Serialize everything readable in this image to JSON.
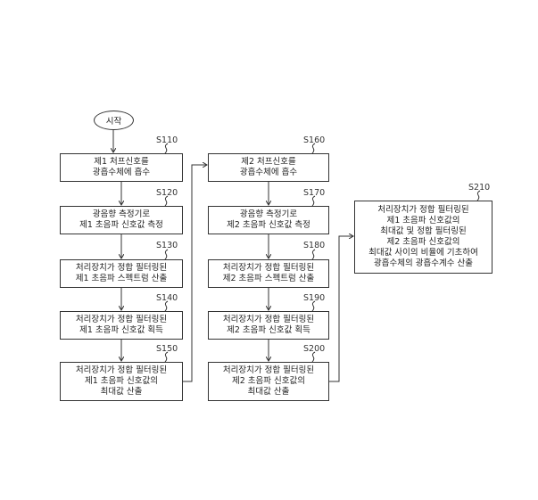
{
  "start": "시작",
  "steps": [
    {
      "id": "S110",
      "text": "제1 처프신호를\n광흡수체에 흡수"
    },
    {
      "id": "S120",
      "text": "광음향 측정기로\n제1 초음파 신호값 측정"
    },
    {
      "id": "S130",
      "text": "처리장치가 정합 필터링된\n제1 초음파 스펙트럼 산출"
    },
    {
      "id": "S140",
      "text": "처리장치가 정합 필터링된\n제1 초음파 신호값 획득"
    },
    {
      "id": "S150",
      "text": "처리장치가 정합 필터링된\n제1 초음파 신호값의\n최대값 산출"
    },
    {
      "id": "S160",
      "text": "제2 처프신호를\n광흡수체에 흡수"
    },
    {
      "id": "S170",
      "text": "광음향 측정기로\n제2 초음파 신호값 측정"
    },
    {
      "id": "S180",
      "text": "처리장치가 정합 필터링된\n제2 초음파 스펙트럼 산출"
    },
    {
      "id": "S190",
      "text": "처리장치가 정합 필터링된\n제2 초음파 신호값 획득"
    },
    {
      "id": "S200",
      "text": "처리장치가 정합 필터링된\n제2 초음파 신호값의\n최대값 산출"
    },
    {
      "id": "S210",
      "text": "처리장치가 정합 필터링된\n제1 초음파 신호값의\n최대값 및 정합 필터링된\n제2 초음파 신호값의\n최대값 사이의 비율에 기초하여\n광흡수체의 광흡수계수 산출"
    }
  ]
}
